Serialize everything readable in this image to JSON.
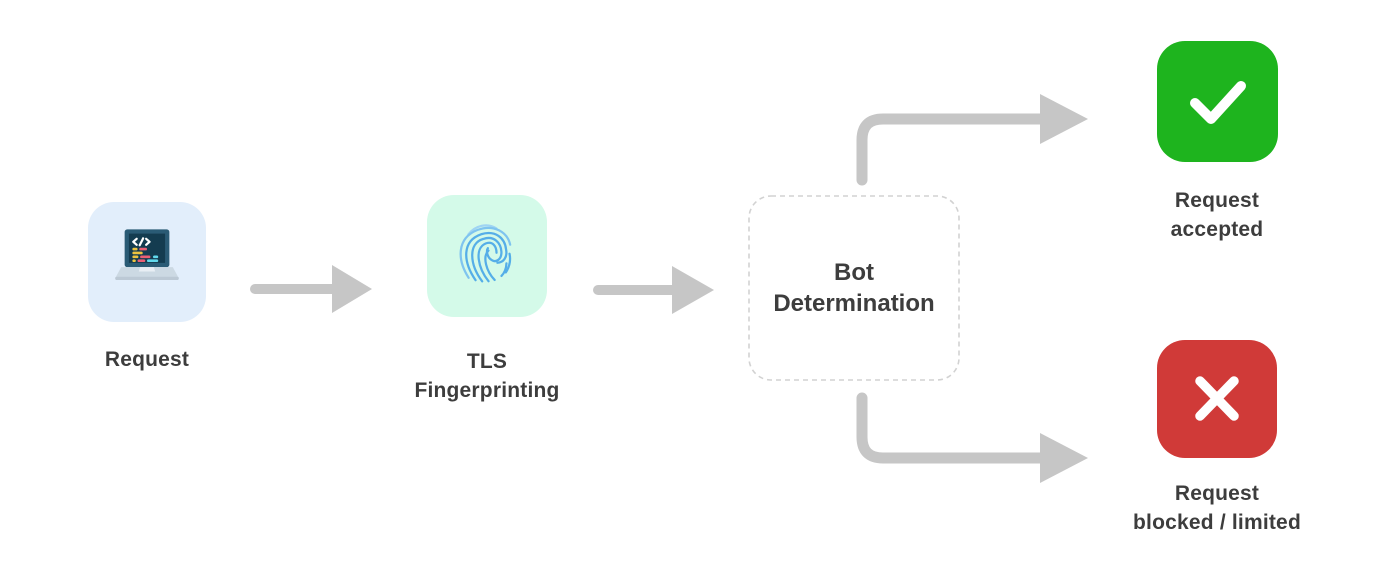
{
  "colors": {
    "background": "#ffffff",
    "arrow": "#c6c6c6",
    "label_text": "#3d3d3d",
    "request_icon_bg": "#e2eefb",
    "tls_icon_bg": "#d4fae9",
    "accepted_icon_bg": "#1eb41e",
    "blocked_icon_bg": "#d03a38",
    "bot_box_border": "#d2d2d2",
    "fingerprint_stroke": "#55aee8"
  },
  "nodes": {
    "request": {
      "label": "Request",
      "icon": "laptop-code-icon"
    },
    "tls_fingerprinting": {
      "label_line1": "TLS",
      "label_line2": "Fingerprinting",
      "icon": "fingerprint-icon"
    },
    "bot_determination": {
      "label_line1": "Bot",
      "label_line2": "Determination"
    },
    "request_accepted": {
      "label_line1": "Request",
      "label_line2": "accepted",
      "icon": "checkmark-icon"
    },
    "request_blocked": {
      "label_line1": "Request",
      "label_line2": "blocked / limited",
      "icon": "cross-icon"
    }
  }
}
